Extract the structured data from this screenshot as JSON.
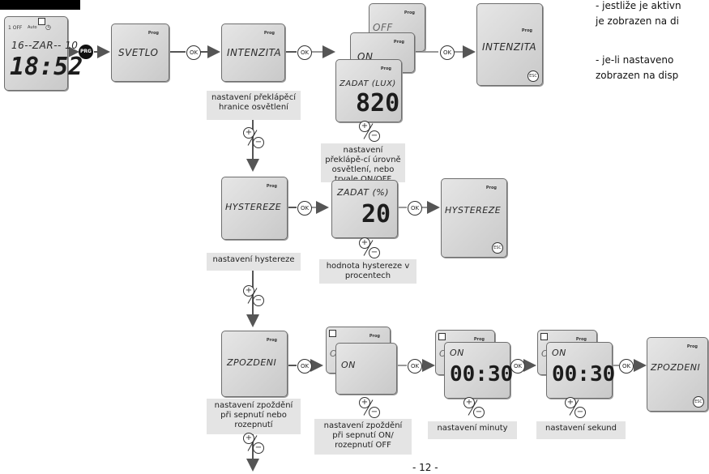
{
  "notes": {
    "line1": "- jestliže je aktivn",
    "line2": "je zobrazen na di",
    "line3": "- je-li nastaveno",
    "line4": "zobrazen na disp"
  },
  "home": {
    "indicator": "1 OFF",
    "auto": "Auto",
    "date": "16--ZAR-- 10",
    "time": "18:52"
  },
  "prg_label": "PRG",
  "ok_label": "OK",
  "prog_label": "Prog",
  "esc_label": "ESC",
  "plus": "+",
  "minus": "−",
  "row1": {
    "svetlo": "SVETLO",
    "intenzita": "INTENZITA",
    "off": "OFF",
    "on": "ON",
    "zadat_lux": "ZADAT (LUX)",
    "value": "820",
    "intenzita_end": "INTENZITA",
    "label_main": "nastavení překlápěcí hranice osvětlení",
    "label_sub": "nastavení překlápě-cí úrovně osvětlení, nebo trvale ON/OFF"
  },
  "row2": {
    "hystereze": "HYSTEREZE",
    "zadat_pct": "ZADAT (%)",
    "value": "20",
    "hystereze_end": "HYSTEREZE",
    "label_main": "nastavení hystereze",
    "label_sub": "hodnota hystereze v procentech"
  },
  "row3": {
    "zpozdeni": "ZPOZDENI",
    "off": "OFF",
    "on": "ON",
    "time_min": "00:30",
    "time_sec": "00:30",
    "zpozdeni_end": "ZPOZDENI",
    "label_main": "nastavení zpoždění při sepnutí nebo rozepnutí",
    "label_sub": "nastavení zpoždění při sepnutí ON/ rozepnutí OFF",
    "label_min": "nastavení minuty",
    "label_sec": "nastavení sekund"
  },
  "page_number": "- 12 -"
}
